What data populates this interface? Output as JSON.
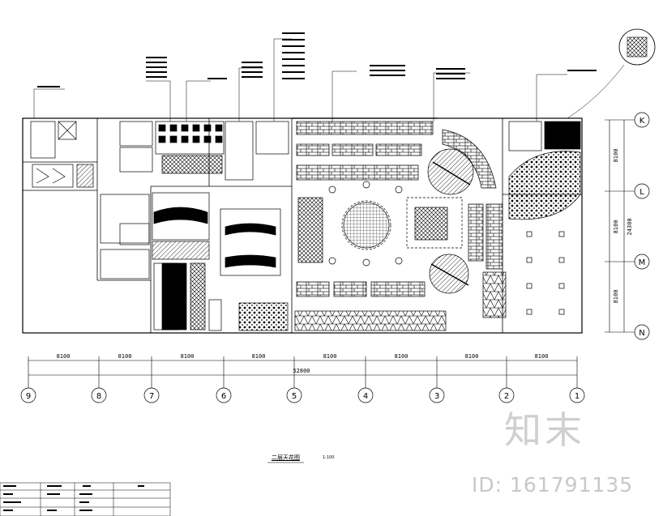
{
  "drawing": {
    "title": "二层天花图",
    "scale": "1:100"
  },
  "dimensions": {
    "bay_labels": [
      "8100",
      "8100",
      "8100",
      "8100",
      "8100",
      "8100",
      "8100",
      "8100"
    ],
    "overall_horizontal": "52800",
    "vertical_bays": [
      "8100",
      "8100",
      "8100"
    ],
    "overall_vertical": "24300"
  },
  "grid_axes": {
    "columns": [
      "9",
      "8",
      "7",
      "6",
      "5",
      "4",
      "3",
      "2",
      "1"
    ],
    "rows": [
      "K",
      "L",
      "M",
      "N"
    ]
  },
  "watermark": {
    "logo": "知末",
    "id": "ID: 161791135"
  }
}
